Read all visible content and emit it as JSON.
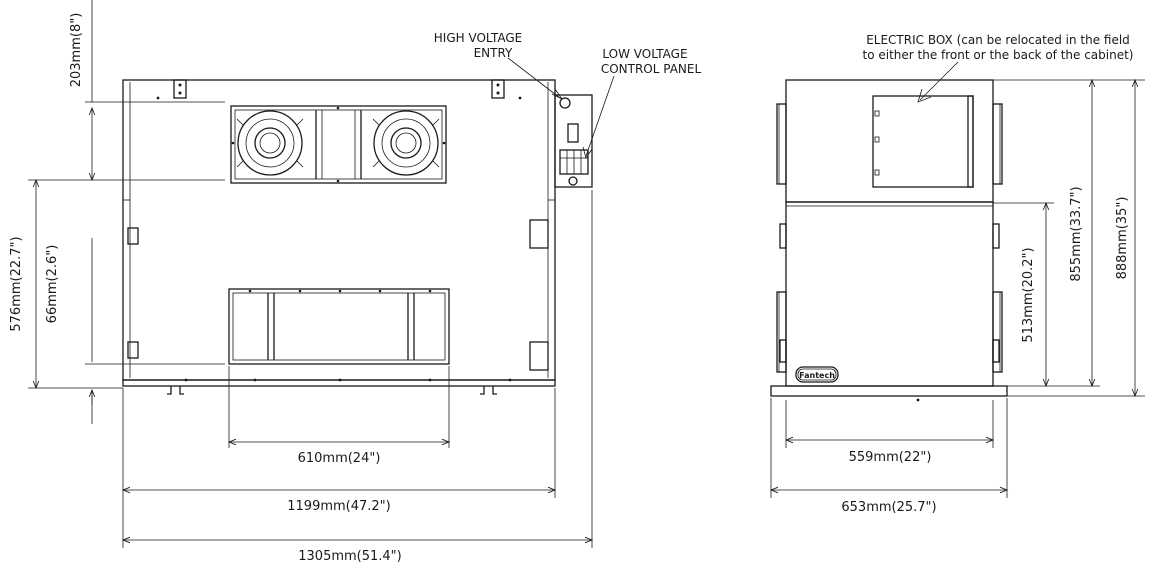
{
  "callouts": {
    "high_voltage_line1": "HIGH VOLTAGE",
    "high_voltage_line2": "ENTRY",
    "low_voltage_line1": "LOW VOLTAGE",
    "low_voltage_line2": "CONTROL PANEL",
    "electric_box_line1": "ELECTRIC BOX (can be relocated in the field",
    "electric_box_line2": "to either the front or the back of the cabinet)"
  },
  "brand_plate": "Fantech",
  "dimensions": {
    "top_offset": "203mm(8\")",
    "height_576": "576mm(22.7\")",
    "offset_66": "66mm(2.6\")",
    "width_610": "610mm(24\")",
    "width_1199": "1199mm(47.2\")",
    "width_1305": "1305mm(51.4\")",
    "width_559": "559mm(22\")",
    "width_653": "653mm(25.7\")",
    "height_513": "513mm(20.2\")",
    "height_855": "855mm(33.7\")",
    "height_888": "888mm(35\")"
  }
}
